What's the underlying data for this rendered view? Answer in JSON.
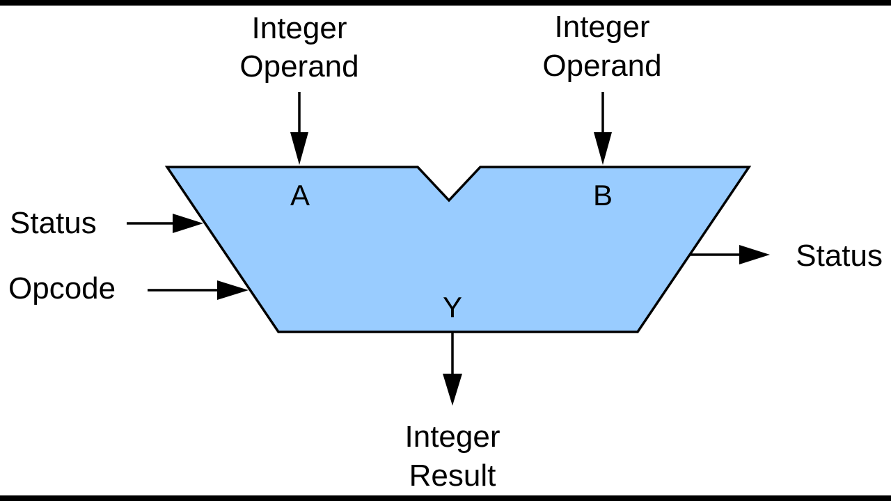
{
  "colors": {
    "background": "#ffffff",
    "frame": "#000000",
    "alu_fill": "#99ccff",
    "stroke": "#000000"
  },
  "inputs": {
    "operand_a": {
      "line1": "Integer",
      "line2": "Operand"
    },
    "operand_b": {
      "line1": "Integer",
      "line2": "Operand"
    },
    "status_in": "Status",
    "opcode": "Opcode"
  },
  "ports": {
    "a": "A",
    "b": "B",
    "y": "Y"
  },
  "outputs": {
    "status_out": "Status",
    "result": {
      "line1": "Integer",
      "line2": "Result"
    }
  }
}
